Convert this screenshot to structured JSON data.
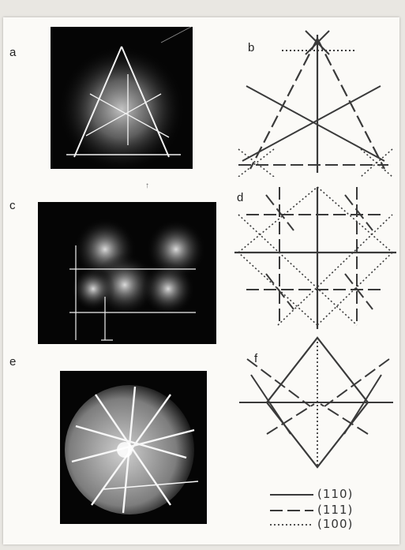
{
  "panels": [
    {
      "label": "a"
    },
    {
      "label": "b"
    },
    {
      "label": "c"
    },
    {
      "label": "d"
    },
    {
      "label": "e"
    },
    {
      "label": "f"
    }
  ],
  "stray_mark": "↑",
  "legend": [
    {
      "style": "solid",
      "text": "(110)"
    },
    {
      "style": "dashed",
      "text": "(111)"
    },
    {
      "style": "dotted",
      "text": "(100)"
    }
  ],
  "colors": {
    "ink": "#3a3a3a",
    "photo_bg": "#050505",
    "paper": "#fbfaf7"
  }
}
